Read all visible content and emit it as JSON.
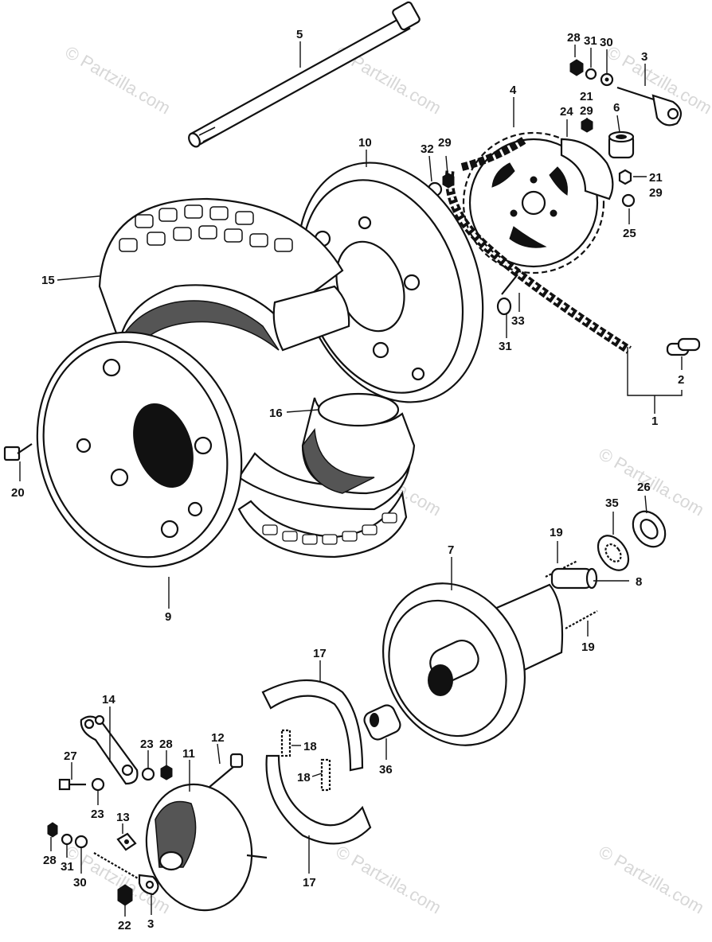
{
  "watermark": "© Partzilla.com",
  "callouts": [
    "1",
    "2",
    "3",
    "4",
    "5",
    "6",
    "7",
    "8",
    "9",
    "10",
    "11",
    "12",
    "13",
    "14",
    "15",
    "16",
    "17",
    "18",
    "19",
    "20",
    "21",
    "22",
    "23",
    "24",
    "25",
    "26",
    "27",
    "28",
    "29",
    "30",
    "31",
    "32",
    "33",
    "35",
    "36"
  ],
  "labels": {
    "l5": "5",
    "l28a": "28",
    "l31a": "31",
    "l30a": "30",
    "l3a": "3",
    "l4": "4",
    "l21a": "21",
    "l29a": "29",
    "l24": "24",
    "l6": "6",
    "l10": "10",
    "l32": "32",
    "l29b": "29",
    "l21b": "21",
    "l29c": "29",
    "l25": "25",
    "l15": "15",
    "l33": "33",
    "l31b": "31",
    "l2": "2",
    "l1": "1",
    "l16": "16",
    "l20": "20",
    "l9": "9",
    "l26": "26",
    "l35": "35",
    "l19a": "19",
    "l8": "8",
    "l7": "7",
    "l19b": "19",
    "l17a": "17",
    "l14": "14",
    "l23a": "23",
    "l28b": "28",
    "l12": "12",
    "l11": "11",
    "l18a": "18",
    "l36": "36",
    "l18b": "18",
    "l27": "27",
    "l23b": "23",
    "l13": "13",
    "l28c": "28",
    "l31c": "31",
    "l30b": "30",
    "l17b": "17",
    "l22": "22",
    "l3b": "3"
  }
}
